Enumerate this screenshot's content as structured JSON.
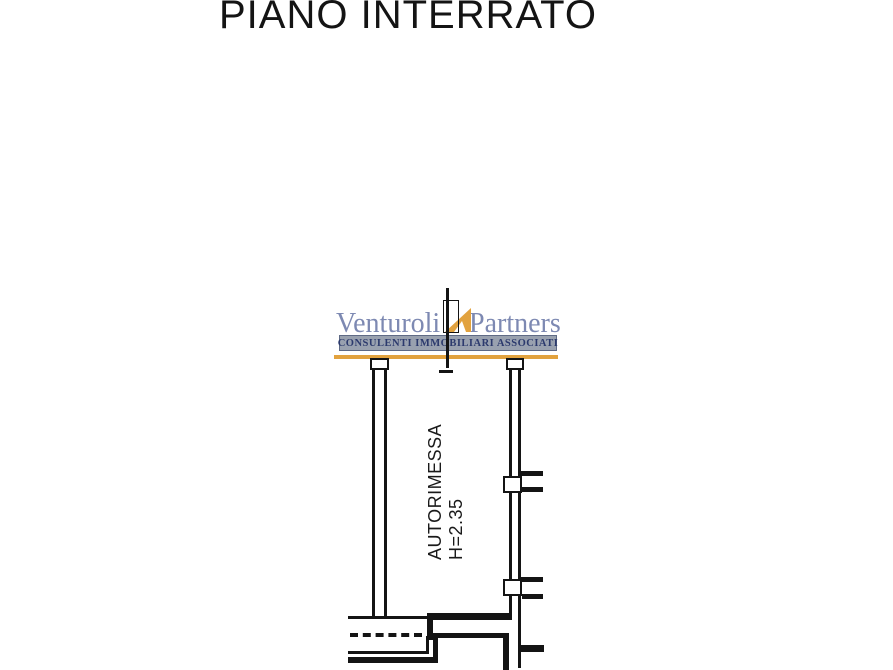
{
  "title": "PIANO INTERRATO",
  "watermark": {
    "name_left": "Venturoli",
    "name_right": "Partners",
    "tagline": "CONSULENTI IMMOBILIARI ASSOCIATI",
    "accent_color": "#E2A23E",
    "name_color": "#7D89B2",
    "banner_bg": "#99A1AF",
    "banner_text_color": "#2C3A6D"
  },
  "plan": {
    "room_label": "AUTORIMESSA",
    "room_height": "H=2.35",
    "line_color": "#141414"
  }
}
